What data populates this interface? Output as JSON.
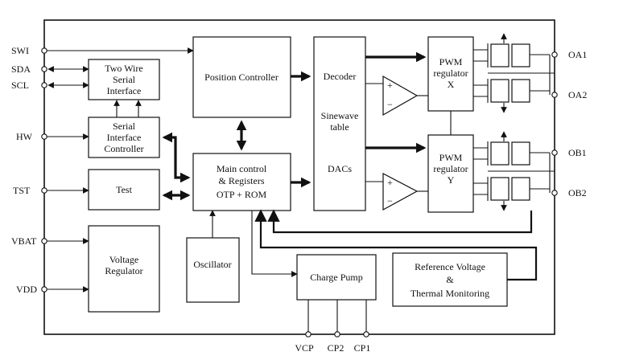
{
  "pins_left": {
    "swi": "SWI",
    "sda": "SDA",
    "scl": "SCL",
    "hw": "HW",
    "tst": "TST",
    "vbat": "VBAT",
    "vdd": "VDD"
  },
  "pins_right": {
    "oa1": "OA1",
    "oa2": "OA2",
    "ob1": "OB1",
    "ob2": "OB2"
  },
  "pins_bottom": {
    "vcp": "VCP",
    "cp2": "CP2",
    "cp1": "CP1"
  },
  "blocks": {
    "two_wire": [
      "Two Wire",
      "Serial",
      "Interface"
    ],
    "sic": [
      "Serial",
      "Interface",
      "Controller"
    ],
    "test": "Test",
    "voltage_regulator": [
      "Voltage",
      "Regulator"
    ],
    "position_controller": "Position  Controller",
    "main_control": [
      "Main control",
      "& Registers",
      "OTP + ROM"
    ],
    "oscillator": "Oscillator",
    "charge_pump": "Charge   Pump",
    "decoder": "Decoder",
    "sinewave": [
      "Sinewave",
      "table"
    ],
    "dacs": "DACs",
    "pwm_x": [
      "PWM",
      "regulator",
      "X"
    ],
    "pwm_y": [
      "PWM",
      "regulator",
      "Y"
    ],
    "reference": [
      "Reference Voltage",
      "&",
      "Thermal Monitoring"
    ]
  },
  "comparator_signs": {
    "plus": "+",
    "minus": "−"
  }
}
